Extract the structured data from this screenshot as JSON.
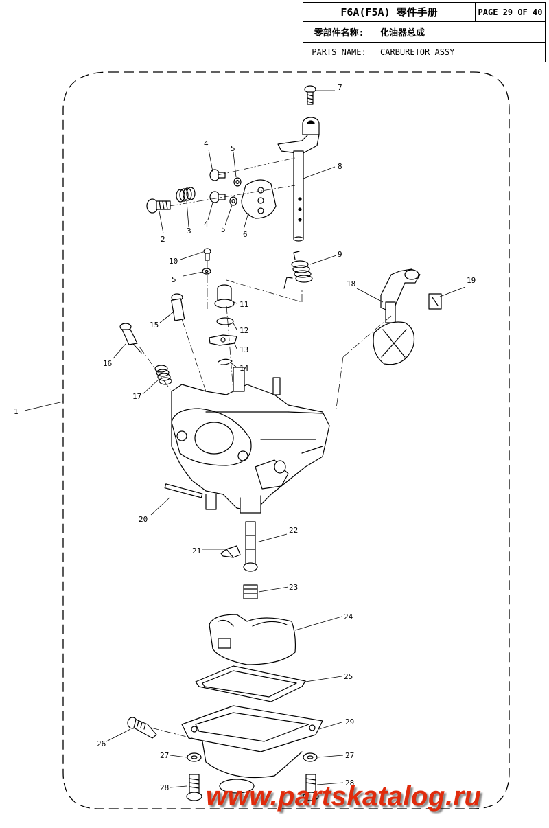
{
  "header": {
    "model": "F6A(F5A) 零件手册",
    "page": "PAGE 29 OF 40",
    "name_label_cn": "零部件名称:",
    "name_value_cn": "化油器总成",
    "name_label_en": "PARTS NAME:",
    "name_value_en": "CARBURETOR ASSY"
  },
  "callouts": [
    "1",
    "2",
    "3",
    "4",
    "4",
    "5",
    "5",
    "5",
    "6",
    "7",
    "8",
    "9",
    "10",
    "11",
    "12",
    "13",
    "14",
    "15",
    "16",
    "17",
    "18",
    "19",
    "20",
    "21",
    "22",
    "23",
    "24",
    "25",
    "26",
    "27",
    "27",
    "28",
    "28",
    "29"
  ],
  "watermark": "www.partskatalog.ru",
  "colors": {
    "line": "#000000",
    "watermark": "#e02b0c"
  }
}
